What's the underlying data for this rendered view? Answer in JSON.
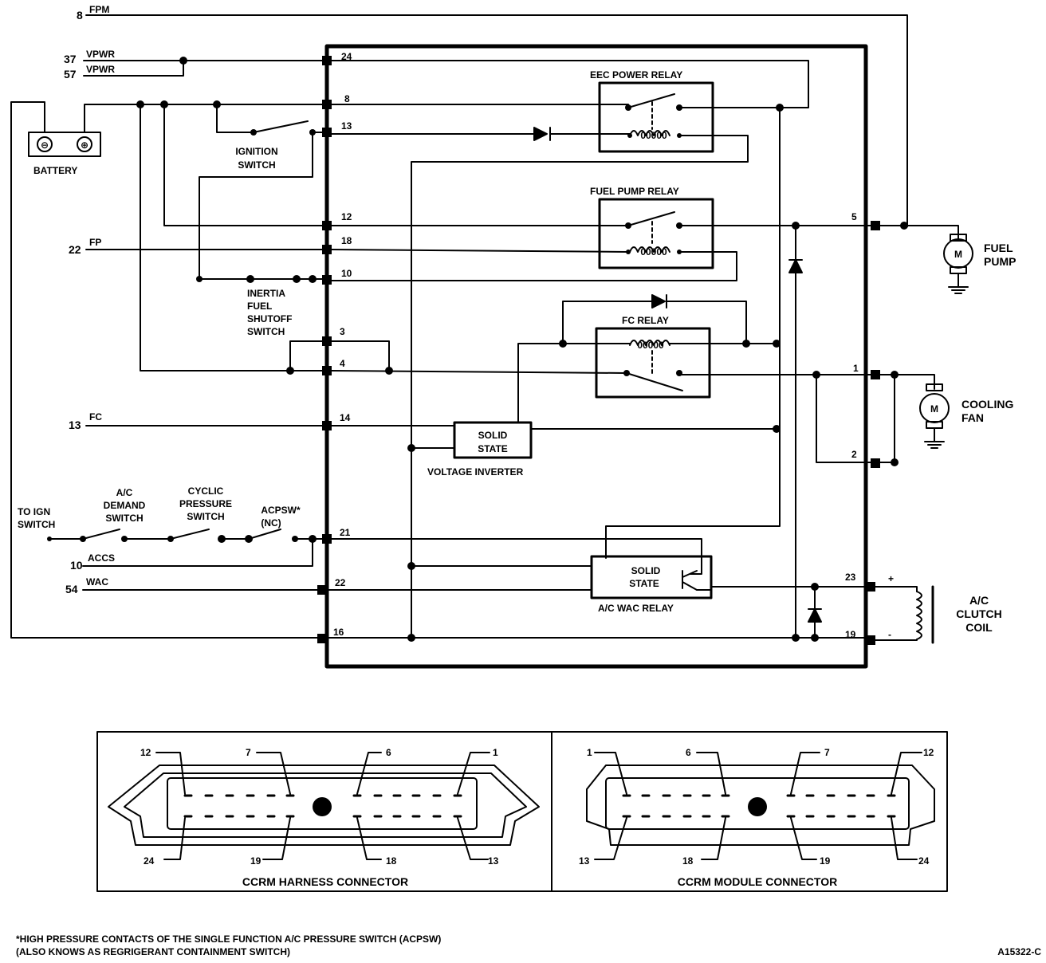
{
  "wires": {
    "fpm": {
      "num": "8",
      "name": "FPM"
    },
    "vpwr1": {
      "num": "37",
      "name": "VPWR"
    },
    "vpwr2": {
      "num": "57",
      "name": "VPWR"
    },
    "fp": {
      "num": "22",
      "name": "FP"
    },
    "fc": {
      "num": "13",
      "name": "FC"
    },
    "accs": {
      "num": "10",
      "name": "ACCS"
    },
    "wac": {
      "num": "54",
      "name": "WAC"
    }
  },
  "pins": {
    "p24": "24",
    "p8": "8",
    "p13": "13",
    "p12": "12",
    "p18": "18",
    "p10": "10",
    "p3": "3",
    "p4": "4",
    "p14": "14",
    "p21": "21",
    "p22": "22",
    "p16": "16",
    "p5": "5",
    "p1": "1",
    "p2": "2",
    "p23": "23",
    "p19": "19"
  },
  "components": {
    "battery": "BATTERY",
    "battery_neg": "⊖",
    "battery_pos": "⊕",
    "ignition_switch": [
      "IGNITION",
      "SWITCH"
    ],
    "inertia_switch": [
      "INERTIA",
      "FUEL",
      "SHUTOFF",
      "SWITCH"
    ],
    "to_ign_switch": [
      "TO IGN",
      "SWITCH"
    ],
    "ac_demand_switch": [
      "A/C",
      "DEMAND",
      "SWITCH"
    ],
    "cyclic_pressure_switch": [
      "CYCLIC",
      "PRESSURE",
      "SWITCH"
    ],
    "acpsw": [
      "ACPSW*",
      "(NC)"
    ],
    "eec_power_relay": "EEC POWER RELAY",
    "fuel_pump_relay": "FUEL PUMP RELAY",
    "fc_relay": "FC RELAY",
    "solid_state": [
      "SOLID",
      "STATE"
    ],
    "voltage_inverter": "VOLTAGE INVERTER",
    "ac_wac_relay": "A/C WAC RELAY",
    "coil_text": "00000",
    "fuel_pump": [
      "FUEL",
      "PUMP"
    ],
    "cooling_fan": [
      "COOLING",
      "FAN"
    ],
    "ac_clutch_coil": [
      "A/C",
      "CLUTCH",
      "COIL"
    ],
    "motor_symbol": "M",
    "plus": "+",
    "minus": "-"
  },
  "connectors": {
    "harness": {
      "title": "CCRM HARNESS CONNECTOR",
      "top_labels": [
        "12",
        "7",
        "6",
        "1"
      ],
      "bottom_labels": [
        "24",
        "19",
        "18",
        "13"
      ]
    },
    "module": {
      "title": "CCRM MODULE CONNECTOR",
      "top_labels": [
        "1",
        "6",
        "7",
        "12"
      ],
      "bottom_labels": [
        "13",
        "18",
        "19",
        "24"
      ]
    }
  },
  "footnote": [
    "*HIGH PRESSURE CONTACTS OF THE SINGLE FUNCTION A/C PRESSURE SWITCH (ACPSW)",
    "(ALSO KNOWS AS REGRIGERANT CONTAINMENT SWITCH)"
  ],
  "figure_id": "A15322-C"
}
